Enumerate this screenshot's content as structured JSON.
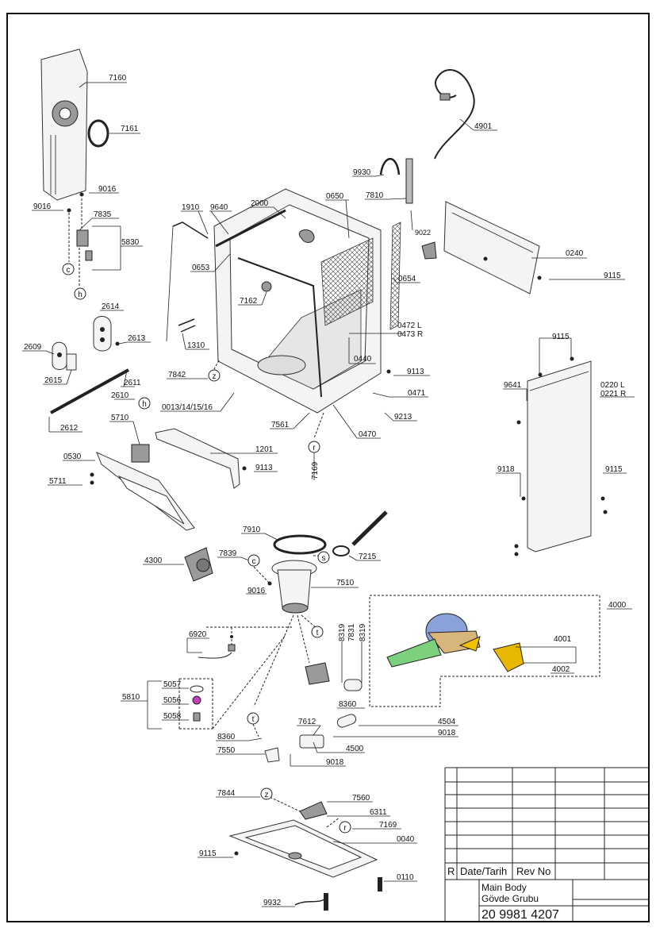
{
  "labels": [
    {
      "id": "7160",
      "text": "7160"
    },
    {
      "id": "7161",
      "text": "7161"
    },
    {
      "id": "9016a",
      "text": "9016"
    },
    {
      "id": "9016b",
      "text": "9016"
    },
    {
      "id": "7835",
      "text": "7835"
    },
    {
      "id": "5830",
      "text": "5830"
    },
    {
      "id": "1910",
      "text": "1910"
    },
    {
      "id": "9640",
      "text": "9640"
    },
    {
      "id": "2000",
      "text": "2000"
    },
    {
      "id": "0650",
      "text": "0650"
    },
    {
      "id": "9930",
      "text": "9930"
    },
    {
      "id": "7810",
      "text": "7810"
    },
    {
      "id": "4901",
      "text": "4901"
    },
    {
      "id": "9022",
      "text": "9022"
    },
    {
      "id": "0240",
      "text": "0240"
    },
    {
      "id": "9115a",
      "text": "9115"
    },
    {
      "id": "0653",
      "text": "0653"
    },
    {
      "id": "0654",
      "text": "0654"
    },
    {
      "id": "7162",
      "text": "7162"
    },
    {
      "id": "2614",
      "text": "2614"
    },
    {
      "id": "2609",
      "text": "2609"
    },
    {
      "id": "2613",
      "text": "2613"
    },
    {
      "id": "1310",
      "text": "1310"
    },
    {
      "id": "0472",
      "text": "0472 L"
    },
    {
      "id": "0473",
      "text": "0473 R"
    },
    {
      "id": "9115b",
      "text": "9115"
    },
    {
      "id": "0440",
      "text": "0440"
    },
    {
      "id": "9113a",
      "text": "9113"
    },
    {
      "id": "2615",
      "text": "2615"
    },
    {
      "id": "2611",
      "text": "2611"
    },
    {
      "id": "7842",
      "text": "7842"
    },
    {
      "id": "0471",
      "text": "0471"
    },
    {
      "id": "9641",
      "text": "9641"
    },
    {
      "id": "0220",
      "text": "0220 L"
    },
    {
      "id": "0221",
      "text": "0221 R"
    },
    {
      "id": "2610",
      "text": "2610"
    },
    {
      "id": "0013",
      "text": "0013/14/15/16"
    },
    {
      "id": "9213",
      "text": "9213"
    },
    {
      "id": "2612",
      "text": "2612"
    },
    {
      "id": "5710",
      "text": "5710"
    },
    {
      "id": "7561",
      "text": "7561"
    },
    {
      "id": "0470",
      "text": "0470"
    },
    {
      "id": "1201",
      "text": "1201"
    },
    {
      "id": "0530",
      "text": "0530"
    },
    {
      "id": "9113b",
      "text": "9113"
    },
    {
      "id": "7169a",
      "text": "7169"
    },
    {
      "id": "9118",
      "text": "9118"
    },
    {
      "id": "9115c",
      "text": "9115"
    },
    {
      "id": "5711",
      "text": "5711"
    },
    {
      "id": "7910",
      "text": "7910"
    },
    {
      "id": "4300",
      "text": "4300"
    },
    {
      "id": "7839",
      "text": "7839"
    },
    {
      "id": "7215",
      "text": "7215"
    },
    {
      "id": "9016c",
      "text": "9016"
    },
    {
      "id": "7510",
      "text": "7510"
    },
    {
      "id": "4000",
      "text": "4000"
    },
    {
      "id": "6920",
      "text": "6920"
    },
    {
      "id": "8319a",
      "text": "8319"
    },
    {
      "id": "7831",
      "text": "7831"
    },
    {
      "id": "8319b",
      "text": "8319"
    },
    {
      "id": "4001",
      "text": "4001"
    },
    {
      "id": "4002",
      "text": "4002"
    },
    {
      "id": "5057",
      "text": "5057"
    },
    {
      "id": "5810",
      "text": "5810"
    },
    {
      "id": "5056",
      "text": "5056"
    },
    {
      "id": "8360a",
      "text": "8360"
    },
    {
      "id": "5058",
      "text": "5058"
    },
    {
      "id": "4504",
      "text": "4504"
    },
    {
      "id": "7612",
      "text": "7612"
    },
    {
      "id": "9018a",
      "text": "9018"
    },
    {
      "id": "8360b",
      "text": "8360"
    },
    {
      "id": "4500",
      "text": "4500"
    },
    {
      "id": "7550",
      "text": "7550"
    },
    {
      "id": "9018b",
      "text": "9018"
    },
    {
      "id": "7844",
      "text": "7844"
    },
    {
      "id": "7560",
      "text": "7560"
    },
    {
      "id": "6311",
      "text": "6311"
    },
    {
      "id": "7169b",
      "text": "7169"
    },
    {
      "id": "0040",
      "text": "0040"
    },
    {
      "id": "9115d",
      "text": "9115"
    },
    {
      "id": "0110",
      "text": "0110"
    },
    {
      "id": "9932",
      "text": "9932"
    }
  ],
  "markers": {
    "c": "c",
    "h": "h",
    "z": "z",
    "r": "r",
    "s": "s",
    "t": "t"
  },
  "title_block": {
    "rev_letter": "R",
    "date_header": "Date/Tarih",
    "rev_no_header": "Rev No",
    "name_en": "Main Body",
    "name_tr": "Gövde Grubu",
    "drawing_number": "20 9981 4207"
  }
}
